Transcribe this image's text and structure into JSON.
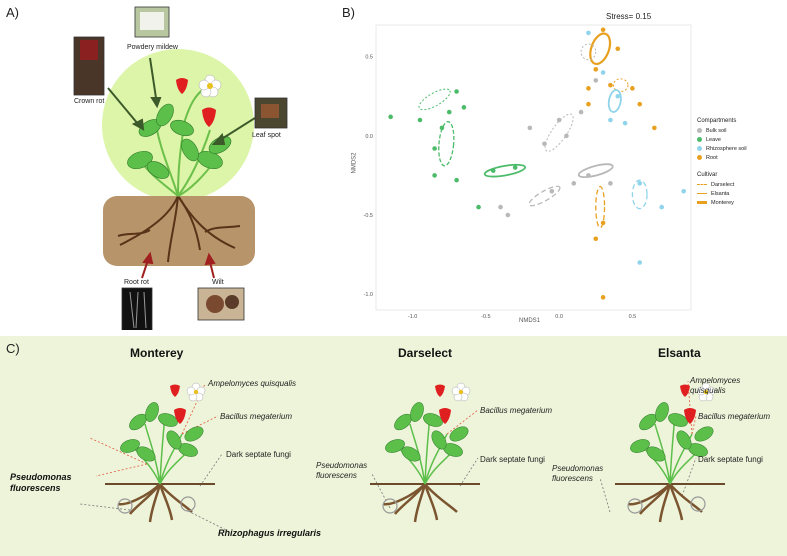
{
  "panel_a": {
    "label": "A)",
    "diseases": {
      "powdery_mildew": "Powdery mildew",
      "crown_rot": "Crown rot",
      "leaf_spot": "Leaf spot",
      "root_rot": "Root rot",
      "wilt": "Wilt"
    },
    "colors": {
      "halo": "#dcf5a8",
      "soil": "#b8946a",
      "arrow_leaf": "#3d5a2a",
      "arrow_root": "#a02020"
    }
  },
  "panel_b": {
    "label": "B)",
    "stress": "Stress= 0.15",
    "xlabel": "NMDS1",
    "ylabel": "NMDS2",
    "legend_compartments_title": "Compartments",
    "compartments": [
      {
        "name": "Bulk soil",
        "color": "#b8b8b8"
      },
      {
        "name": "Leave",
        "color": "#4cbb6a"
      },
      {
        "name": "Rhizosphere soil",
        "color": "#8fd4ea"
      },
      {
        "name": "Root",
        "color": "#e8a020"
      }
    ],
    "legend_cultivar_title": "Cultivar",
    "cultivars": [
      {
        "name": "Darselect",
        "dash": "dashed"
      },
      {
        "name": "Elsanta",
        "dash": "solid"
      },
      {
        "name": "Monterey",
        "dash": "solid-thick"
      }
    ]
  },
  "chart_data": {
    "type": "scatter",
    "title": "Stress= 0.15",
    "xlabel": "NMDS1",
    "ylabel": "NMDS2",
    "x_ticks": [
      "-1.0",
      "-0.5",
      "0.0",
      "0.5"
    ],
    "y_ticks": [
      "0.5",
      "0.0",
      "-0.5",
      "-1.0"
    ],
    "xlim": [
      -1.25,
      0.9
    ],
    "ylim": [
      -1.1,
      0.7
    ],
    "series": [
      {
        "name": "Bulk soil",
        "color": "#b8b8b8",
        "points": [
          [
            -0.2,
            0.05
          ],
          [
            0.0,
            0.1
          ],
          [
            -0.1,
            -0.05
          ],
          [
            0.05,
            0.0
          ],
          [
            0.1,
            -0.3
          ],
          [
            -0.05,
            -0.35
          ],
          [
            0.2,
            -0.25
          ],
          [
            0.35,
            -0.3
          ],
          [
            -0.35,
            -0.5
          ],
          [
            -0.4,
            -0.45
          ],
          [
            0.15,
            0.15
          ],
          [
            0.25,
            0.35
          ]
        ]
      },
      {
        "name": "Leave",
        "color": "#4cbb6a",
        "points": [
          [
            -1.15,
            0.12
          ],
          [
            -0.95,
            0.1
          ],
          [
            -0.85,
            -0.08
          ],
          [
            -0.75,
            0.15
          ],
          [
            -0.7,
            0.28
          ],
          [
            -0.65,
            0.18
          ],
          [
            -0.8,
            0.05
          ],
          [
            -0.85,
            -0.25
          ],
          [
            -0.7,
            -0.28
          ],
          [
            -0.55,
            -0.45
          ],
          [
            -0.45,
            -0.22
          ],
          [
            -0.3,
            -0.2
          ]
        ]
      },
      {
        "name": "Rhizosphere soil",
        "color": "#8fd4ea",
        "points": [
          [
            0.2,
            0.65
          ],
          [
            0.3,
            0.4
          ],
          [
            0.35,
            0.1
          ],
          [
            0.4,
            0.25
          ],
          [
            0.55,
            -0.3
          ],
          [
            0.7,
            -0.45
          ],
          [
            0.85,
            -0.35
          ],
          [
            0.55,
            -0.8
          ],
          [
            0.45,
            0.08
          ]
        ]
      },
      {
        "name": "Root",
        "color": "#e8a020",
        "points": [
          [
            0.3,
            0.67
          ],
          [
            0.4,
            0.55
          ],
          [
            0.25,
            0.42
          ],
          [
            0.35,
            0.32
          ],
          [
            0.2,
            0.2
          ],
          [
            0.5,
            0.3
          ],
          [
            0.65,
            0.05
          ],
          [
            0.55,
            0.2
          ],
          [
            0.25,
            -0.65
          ],
          [
            0.3,
            -0.55
          ],
          [
            0.3,
            -1.02
          ],
          [
            0.2,
            0.3
          ]
        ]
      }
    ]
  },
  "panel_c": {
    "label": "C)",
    "cultivars": [
      {
        "title": "Monterey",
        "microbes": [
          "Ampelomyces quisqualis",
          "Bacillus megaterium",
          "Dark septate fungi"
        ],
        "bold_microbes": [
          "Pseudomonas fluorescens",
          "Rhizophagus irregularis"
        ]
      },
      {
        "title": "Darselect",
        "microbes": [
          "Bacillus megaterium",
          "Dark septate fungi",
          "Pseudomonas fluorescens"
        ]
      },
      {
        "title": "Elsanta",
        "microbes": [
          "Ampelomyces quisqualis",
          "Bacillus megaterium",
          "Dark septate fungi",
          "Pseudomonas fluorescens"
        ]
      }
    ],
    "colors": {
      "background": "#eef4da",
      "line_red": "#e05a3a",
      "line_gray": "#777777"
    }
  }
}
